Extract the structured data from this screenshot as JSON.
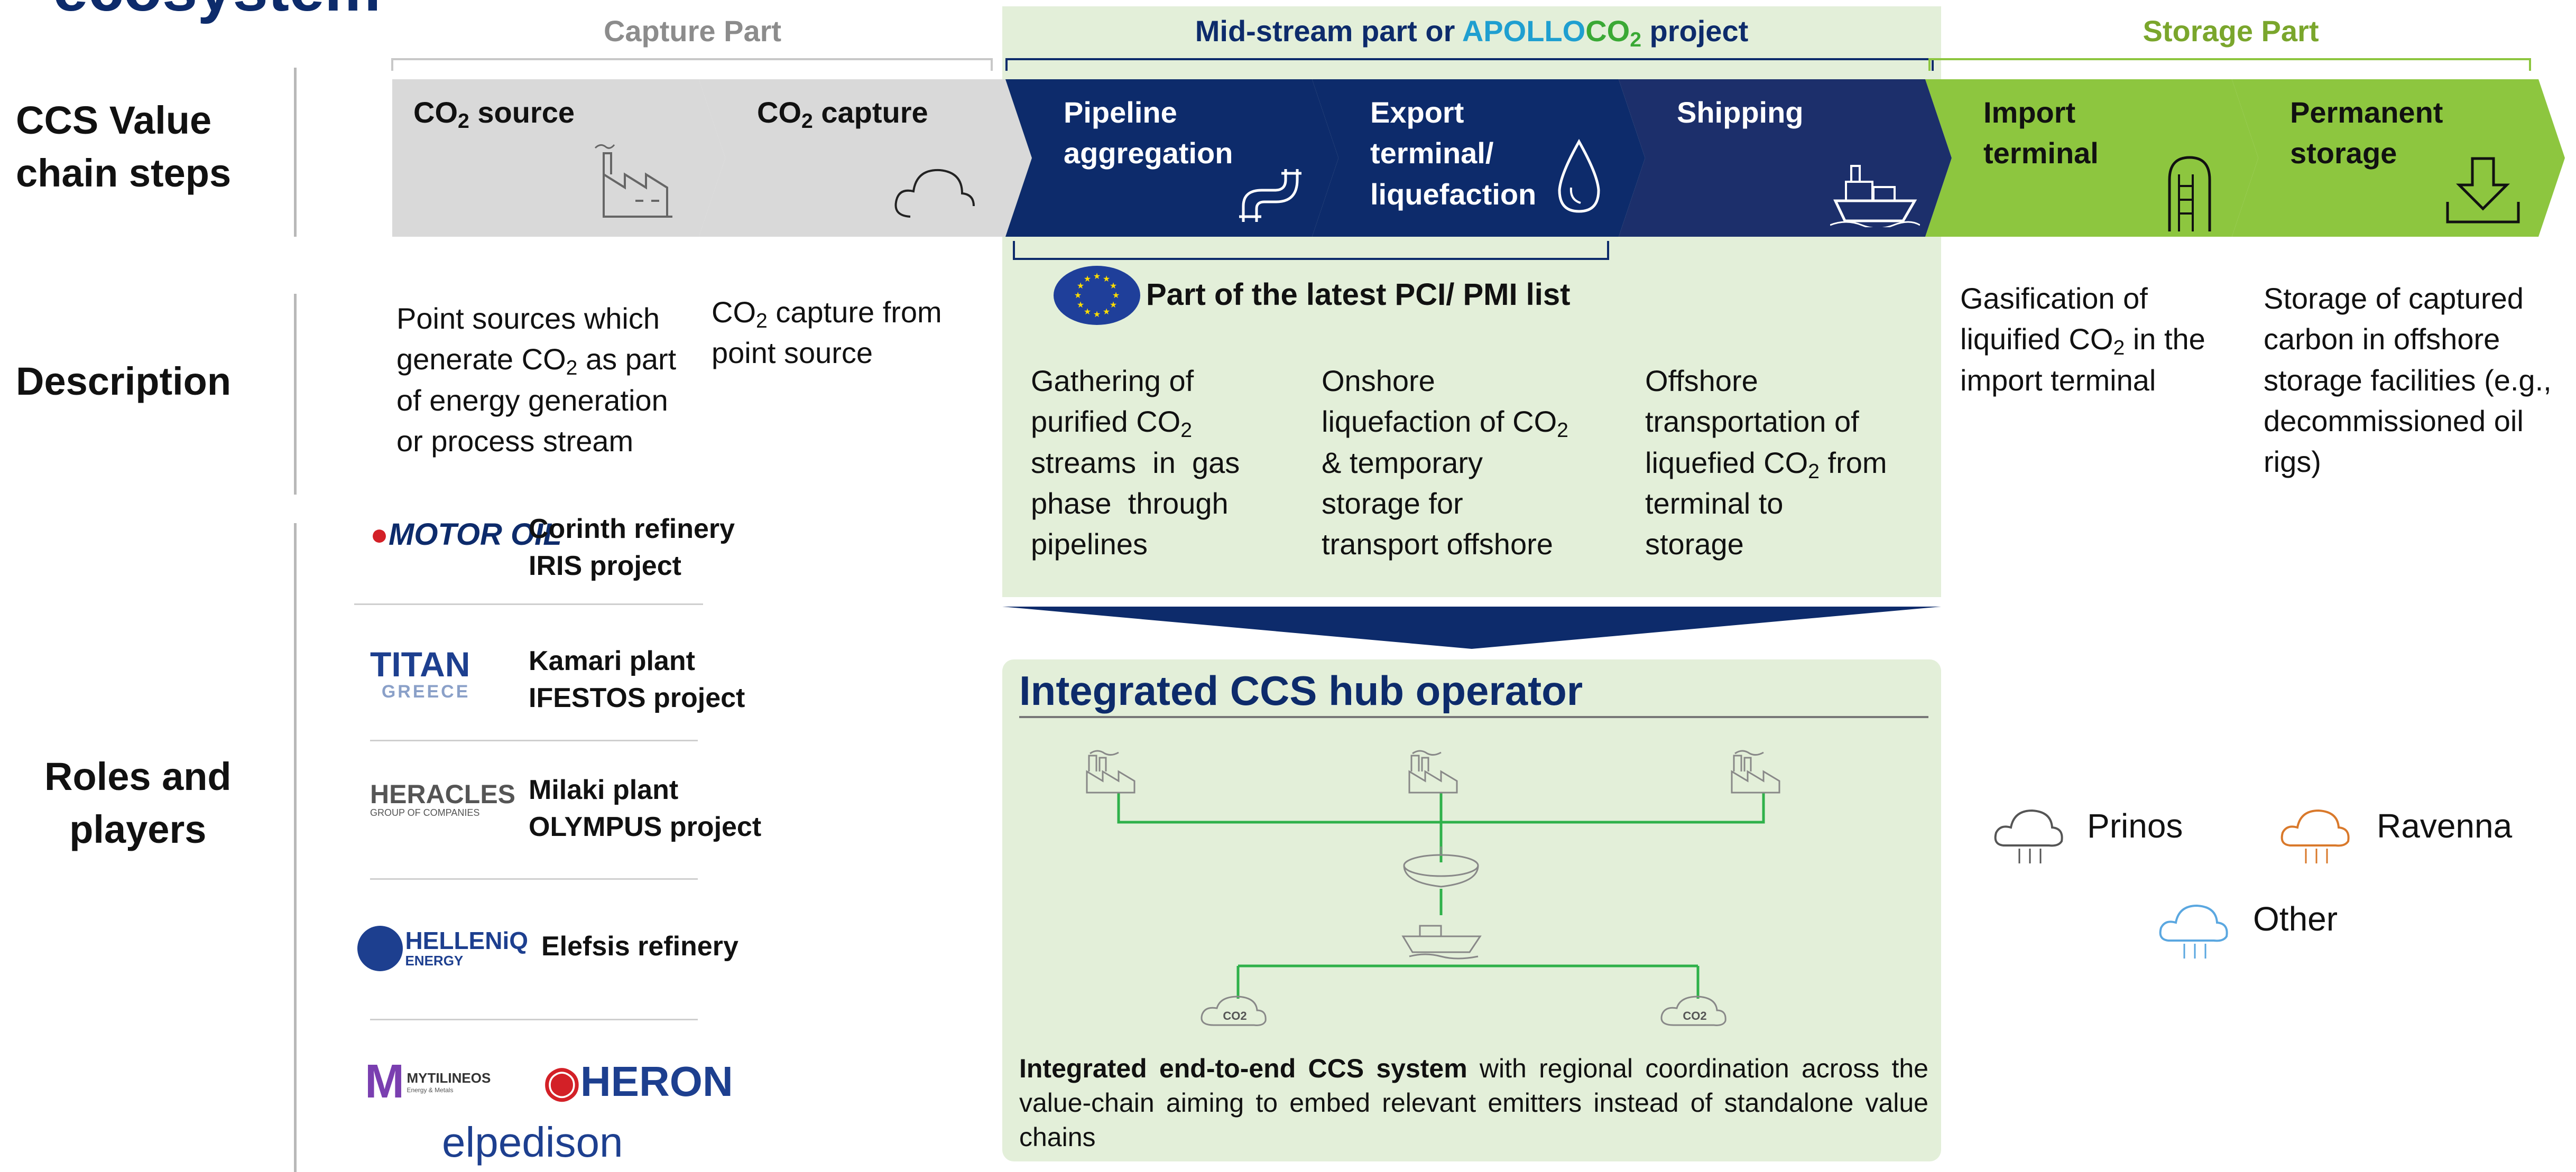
{
  "page_title_fragment": "ecosystem",
  "row_labels": {
    "steps": [
      "CCS Value",
      "chain steps"
    ],
    "description": "Description",
    "roles": [
      "Roles and",
      "players"
    ]
  },
  "sections": {
    "capture": {
      "label": "Capture Part",
      "color": "#8c8c8c"
    },
    "midstream": {
      "label_a": "Mid-stream part or ",
      "label_apollo": "APOLLO",
      "label_co": "CO",
      "label_sub": "2",
      "label_b": " project",
      "apollo_color": "#1f9fd0",
      "co2_color": "#3aa935"
    },
    "storage": {
      "label": "Storage Part",
      "color": "#7aa62c"
    }
  },
  "steps": [
    {
      "label1": "CO",
      "sub": "2",
      "label1b": " source",
      "label2": "",
      "icon": "factory-icon"
    },
    {
      "label1": "CO",
      "sub": "2",
      "label1b": " capture",
      "label2": "",
      "icon": "cloud-icon"
    },
    {
      "label1": "Pipeline",
      "label2": "aggregation",
      "icon": "pipe-icon"
    },
    {
      "label1": "Export",
      "label2": "terminal/",
      "label3": "liquefaction",
      "icon": "drop-icon"
    },
    {
      "label1": "Shipping",
      "icon": "ship-icon"
    },
    {
      "label1": "Import",
      "label2": "terminal",
      "icon": "silo-icon"
    },
    {
      "label1": "Permanent",
      "label2": "storage",
      "icon": "download-icon"
    }
  ],
  "pci_label": "Part of the latest PCI/ PMI list",
  "descriptions": {
    "source": [
      "Point sources which",
      "generate CO",
      "2",
      " as part",
      "of energy generation",
      "or process stream"
    ],
    "capture": [
      "CO",
      "2",
      " capture from",
      "point source"
    ],
    "pipeline": [
      "Gathering of",
      "purified CO",
      "2",
      "streams  in  gas",
      "phase  through",
      "pipelines"
    ],
    "export": [
      "Onshore",
      "liquefaction of CO",
      "2",
      "& temporary",
      "storage for",
      "transport offshore"
    ],
    "shipping": [
      "Offshore",
      "transportation of",
      "liquefied CO",
      "2",
      " from",
      "terminal to",
      "storage"
    ],
    "import": [
      "Gasification of",
      "liquified CO",
      "2",
      " in the",
      "import terminal"
    ],
    "storage": [
      "Storage of captured",
      "carbon in offshore",
      "storage facilities (e.g.,",
      "decommissioned oil",
      "rigs)"
    ]
  },
  "players": [
    {
      "logo": "MOTOR OIL",
      "line1": "Corinth refinery",
      "line2": "IRIS project"
    },
    {
      "logo": "TITAN",
      "logo_sub": "GREECE",
      "line1": "Kamari plant",
      "line2": "IFESTOS project"
    },
    {
      "logo": "HERACLES",
      "logo_sub": "GROUP OF COMPANIES",
      "line1": "Milaki plant",
      "line2": "OLYMPUS project"
    },
    {
      "logo": "HELLENiQ",
      "logo_sub": "ENERGY",
      "line1": "Elefsis refinery",
      "line2": ""
    },
    {
      "logo": "MYTILINEOS",
      "logo_sub": "Energy & Metals",
      "logo2": "HERON",
      "logo3": "elpedison"
    }
  ],
  "hub": {
    "title": "Integrated CCS hub operator",
    "text_bold": "Integrated end-to-end CCS system",
    "text_rest": " with regional coordination across the value-chain aiming to embed relevant emitters instead of standalone value chains",
    "cloud_label": "CO2"
  },
  "storage_sites": [
    {
      "name": "Prinos",
      "color": "#555555"
    },
    {
      "name": "Ravenna",
      "color": "#d9792b"
    },
    {
      "name": "Other",
      "color": "#5aa7e0"
    }
  ],
  "colors": {
    "capture_grey": "#d9d9d9",
    "midstream_navy": "#0d2b6b",
    "shipping_navy": "#1c2f6b",
    "storage_green": "#8dc63f",
    "panel_green": "#e3efd9",
    "pipe_green": "#2fb14a"
  }
}
